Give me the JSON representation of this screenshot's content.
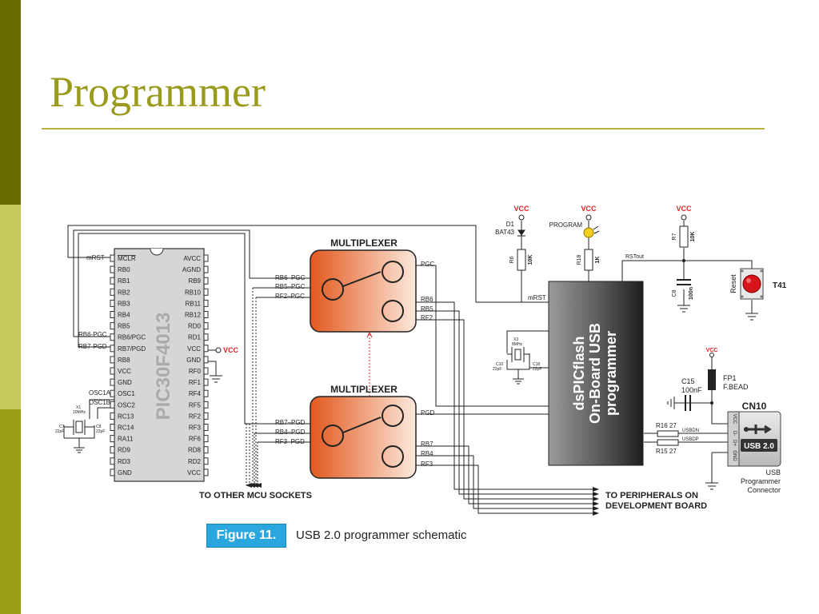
{
  "title": "Programmer",
  "diagram": {
    "mcu": {
      "name": "PIC30F4013",
      "left_pins": [
        "MCLR",
        "RB0",
        "RB1",
        "RB2",
        "RB3",
        "RB4",
        "RB5",
        "RB6/PGC",
        "RB7/PGD",
        "RB8",
        "VCC",
        "GND",
        "OSC1",
        "OSC2",
        "RC13",
        "RC14",
        "RA11",
        "RD9",
        "RD3",
        "GND"
      ],
      "right_pins": [
        "AVCC",
        "AGND",
        "RB9",
        "RB10",
        "RB11",
        "RB12",
        "RD0",
        "RD1",
        "VCC",
        "GND",
        "RF0",
        "RF1",
        "RF4",
        "RF5",
        "RF2",
        "RF3",
        "RF6",
        "RD8",
        "RD2",
        "VCC"
      ],
      "left_nets": [
        "mRST",
        "RB6-PGC",
        "RB7-PGD",
        "OSC1A",
        "OSC1B"
      ]
    },
    "crystal_left": {
      "x": "X1",
      "freq": "10MHz",
      "c_left": "C7",
      "c_left_val": "22pF",
      "c_right": "C8",
      "c_right_val": "22pF"
    },
    "mux_top": {
      "title": "MULTIPLEXER",
      "inputs": [
        "RB6–PGC",
        "RB5–PGC",
        "RF2–PGC"
      ],
      "outputs": [
        "PGC",
        "RB6",
        "RB5",
        "RF2"
      ]
    },
    "mux_bottom": {
      "title": "MULTIPLEXER",
      "inputs": [
        "RB7–PGD",
        "RB4–PGD",
        "RF3–PGD"
      ],
      "outputs": [
        "PGD",
        "RB7",
        "RB4",
        "RF3"
      ]
    },
    "programmer_chip": {
      "line1": "dsPICflash",
      "line2": "On-Board USB",
      "line3": "programmer"
    },
    "crystal_right": {
      "x": "X3",
      "freq": "8MHz",
      "c_left": "C10",
      "c_left_val": "22pF",
      "c_right": "C18",
      "c_right_val": "22pF"
    },
    "vcc": "VCC",
    "diode": {
      "ref": "D1",
      "part": "BAT43"
    },
    "r6": {
      "ref": "R6",
      "val": "10K"
    },
    "mrst_net": "mRST",
    "led": {
      "label": "PROGRAM"
    },
    "r18": {
      "ref": "R18",
      "val": "1K"
    },
    "rstout": "RSTout",
    "r7": {
      "ref": "R7",
      "val": "10K"
    },
    "c8": {
      "ref": "C8",
      "val": "100n"
    },
    "reset": {
      "label": "Reset",
      "ref": "T41"
    },
    "c15": {
      "ref": "C15",
      "val": "100nF"
    },
    "fp1": {
      "ref": "FP1",
      "val": "F.BEAD"
    },
    "r16": "R16 27",
    "r15": "R15 27",
    "usbdn": "USBDN",
    "usbdp": "USBDP",
    "cn10": {
      "ref": "CN10",
      "pins": [
        "VCC",
        "D-",
        "D+",
        "GND"
      ],
      "badge": "USB 2.0",
      "caption": [
        "USB",
        "Programmer",
        "Connector"
      ]
    },
    "to_other": "TO OTHER MCU SOCKETS",
    "to_periph": [
      "TO PERIPHERALS ON",
      "DEVELOPMENT BOARD"
    ]
  },
  "figure": {
    "label": "Figure 11.",
    "caption": "USB 2.0 programmer schematic"
  }
}
